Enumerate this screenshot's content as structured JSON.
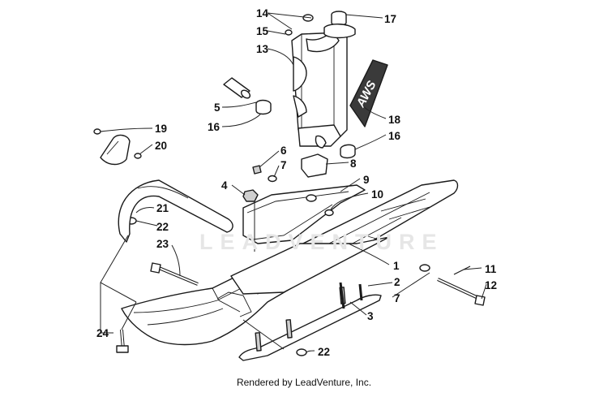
{
  "diagram": {
    "watermark": "LEADVENTURE",
    "logo_text": "AWS",
    "footer": "Rendered by LeadVenture, Inc.",
    "callouts": [
      {
        "id": "c14",
        "label": "14"
      },
      {
        "id": "c15",
        "label": "15"
      },
      {
        "id": "c13",
        "label": "13"
      },
      {
        "id": "c17",
        "label": "17"
      },
      {
        "id": "c5",
        "label": "5"
      },
      {
        "id": "c16a",
        "label": "16"
      },
      {
        "id": "c18",
        "label": "18"
      },
      {
        "id": "c16b",
        "label": "16"
      },
      {
        "id": "c19",
        "label": "19"
      },
      {
        "id": "c20",
        "label": "20"
      },
      {
        "id": "c6",
        "label": "6"
      },
      {
        "id": "c7a",
        "label": "7"
      },
      {
        "id": "c8",
        "label": "8"
      },
      {
        "id": "c9",
        "label": "9"
      },
      {
        "id": "c4",
        "label": "4"
      },
      {
        "id": "c10",
        "label": "10"
      },
      {
        "id": "c21",
        "label": "21"
      },
      {
        "id": "c22a",
        "label": "22"
      },
      {
        "id": "c23",
        "label": "23"
      },
      {
        "id": "c1",
        "label": "1"
      },
      {
        "id": "c11",
        "label": "11"
      },
      {
        "id": "c2",
        "label": "2"
      },
      {
        "id": "c12",
        "label": "12"
      },
      {
        "id": "c7b",
        "label": "7"
      },
      {
        "id": "c3",
        "label": "3"
      },
      {
        "id": "c24",
        "label": "24"
      },
      {
        "id": "c22b",
        "label": "22"
      }
    ]
  }
}
